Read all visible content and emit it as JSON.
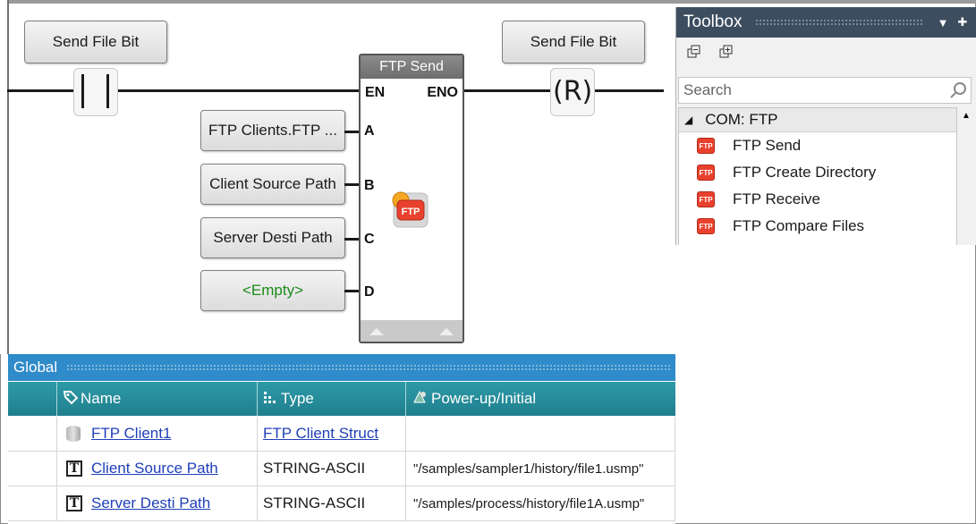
{
  "ladder": {
    "contact_label": "Send File Bit",
    "coil_label": "Send File Bit",
    "coil_symbol": "(R)",
    "function_block": {
      "title": "FTP Send",
      "en_label": "EN",
      "eno_label": "ENO",
      "pins": [
        "A",
        "B",
        "C",
        "D"
      ],
      "inputs": [
        "FTP Clients.FTP ...",
        "Client Source Path",
        "Server Desti Path",
        "<Empty>"
      ],
      "empty_color": "#1a8a1a"
    }
  },
  "toolbox": {
    "title": "Toolbox",
    "search_placeholder": "Search",
    "category": "COM: FTP",
    "category_arrow": "◢",
    "items": [
      "FTP Send",
      "FTP Create Directory",
      "FTP Receive",
      "FTP Compare Files"
    ],
    "icon_text": "FTP"
  },
  "global": {
    "title": "Global",
    "columns": [
      "Name",
      "Type",
      "Power-up/Initial"
    ],
    "rows": [
      {
        "icon": "database-icon",
        "name": "FTP Client1",
        "type": "FTP Client Struct",
        "type_link": true,
        "initial": ""
      },
      {
        "icon": "text-type-icon",
        "name": "Client Source Path",
        "type": "STRING-ASCII",
        "type_link": false,
        "initial": "\"/samples/sampler1/history/file1.usmp\""
      },
      {
        "icon": "text-type-icon",
        "name": "Server Desti Path",
        "type": "STRING-ASCII",
        "type_link": false,
        "initial": "\"/samples/process/history/file1A.usmp\""
      }
    ],
    "header_color": "#2f8bc9",
    "column_header_color": "#1f7f8c"
  }
}
